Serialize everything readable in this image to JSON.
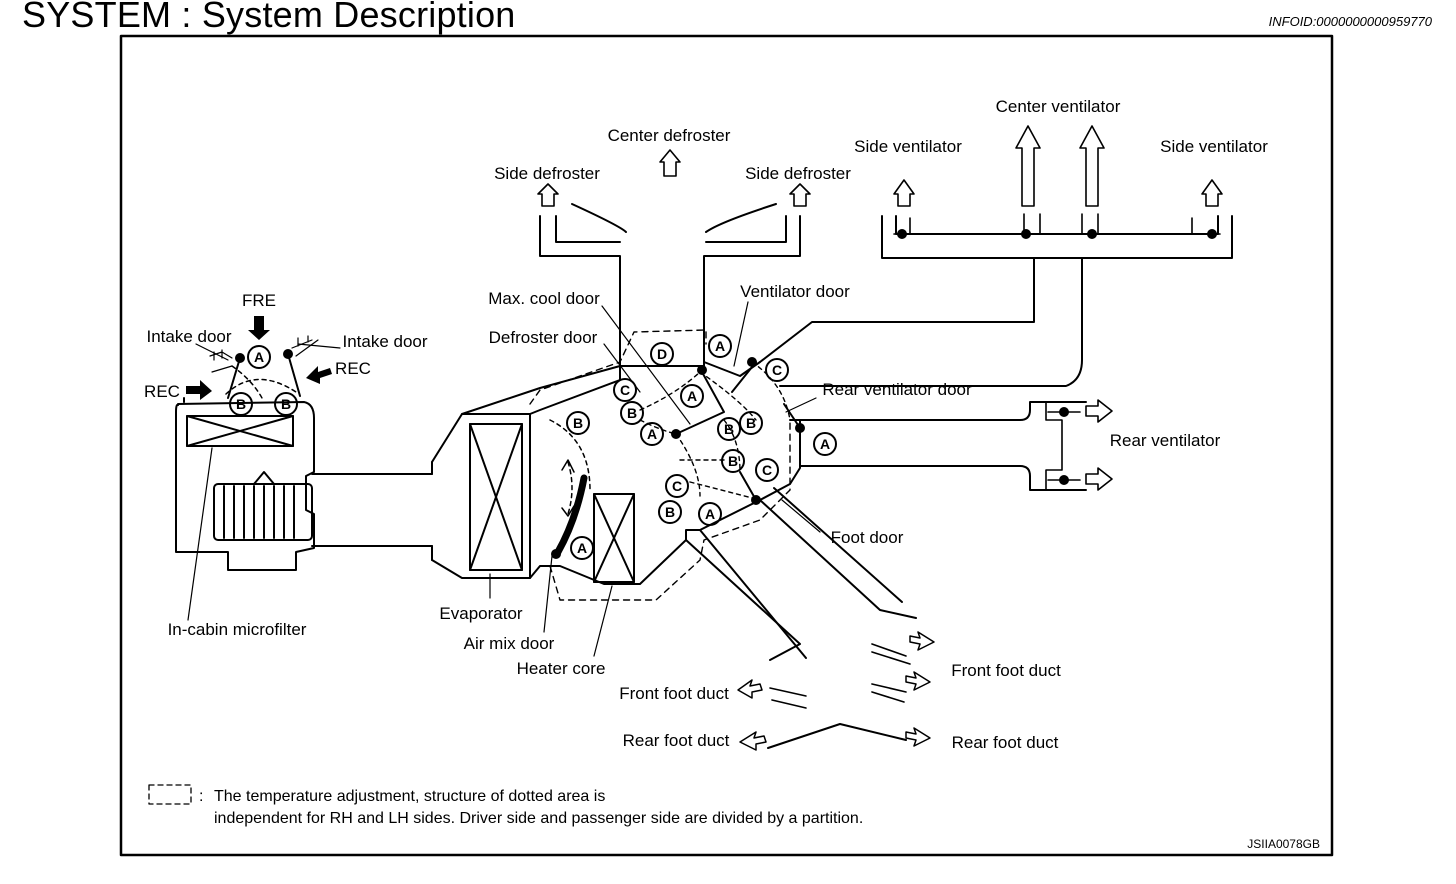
{
  "header": {
    "title": "SYSTEM : System Description",
    "info_id": "INFOID:0000000000959770"
  },
  "diagram": {
    "figure_id": "JSIIA0078GB",
    "labels": {
      "center_defroster": "Center defroster",
      "side_defroster_left": "Side defroster",
      "side_defroster_right": "Side defroster",
      "center_ventilator": "Center ventilator",
      "side_ventilator_left": "Side ventilator",
      "side_ventilator_right": "Side ventilator",
      "fre": "FRE",
      "intake_door_left": "Intake door",
      "intake_door_right": "Intake door",
      "rec_left": "REC",
      "rec_right": "REC",
      "max_cool_door": "Max. cool door",
      "defroster_door": "Defroster door",
      "ventilator_door": "Ventilator door",
      "rear_ventilator_door": "Rear ventilator door",
      "rear_ventilator": "Rear ventilator",
      "foot_door": "Foot door",
      "in_cabin_microfilter": "In-cabin microfilter",
      "evaporator": "Evaporator",
      "air_mix_door": "Air mix door",
      "heater_core": "Heater core",
      "front_foot_duct_left": "Front foot duct",
      "front_foot_duct_right": "Front foot duct",
      "rear_foot_duct_left": "Rear foot duct",
      "rear_foot_duct_right": "Rear foot duct"
    },
    "door_positions": {
      "a": "A",
      "b": "B",
      "c": "C",
      "d": "D"
    },
    "legend": {
      "separator": ":",
      "line1": "The temperature adjustment, structure of dotted area is",
      "line2": "independent for RH and LH sides. Driver side and passenger side are divided by a partition."
    }
  }
}
